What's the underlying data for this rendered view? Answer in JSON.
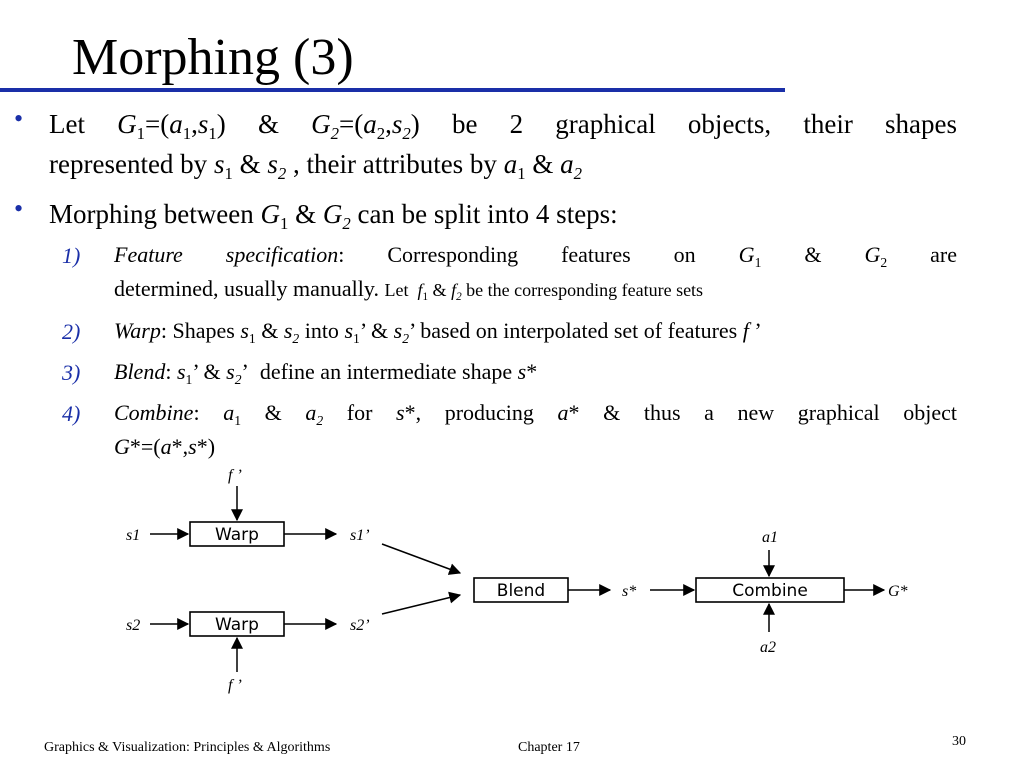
{
  "title": "Morphing (3)",
  "bullets": [
    {
      "line1": "Let G1=(a1,s1) & G2=(a2,s2) be 2 graphical objects, their shapes",
      "line2": "represented by s1 & s2 , their attributes by a1 & a2"
    },
    {
      "line1": "Morphing between G1 & G2 can be split into 4 steps:"
    }
  ],
  "steps": [
    {
      "number": "1)",
      "name": "Feature specification",
      "line1": "Feature specification: Corresponding features on G1 & G2 are",
      "line2": "determined, usually manually. Let f1 & f2 be the corresponding feature sets"
    },
    {
      "number": "2)",
      "name": "Warp",
      "line1": "Warp: Shapes s1 & s2 into s1’ & s2’ based on interpolated set of features f ’"
    },
    {
      "number": "3)",
      "name": "Blend",
      "line1": "Blend: s1’ & s2’  define an intermediate shape s*"
    },
    {
      "number": "4)",
      "name": "Combine",
      "line1": "Combine: a1 & a2 for s*, producing a* & thus a new graphical object",
      "line2": "G*=(a*,s*)"
    }
  ],
  "diagram": {
    "warp_top_label": "Warp",
    "warp_bottom_label": "Warp",
    "blend_label": "Blend",
    "combine_label": "Combine",
    "input_top": "s1",
    "input_bottom": "s2",
    "feature_top": "f ’",
    "feature_bottom": "f ’",
    "warped_top": "s1’",
    "warped_bottom": "s2’",
    "blend_output": "s*",
    "attr_top": "a1",
    "attr_bottom": "a2",
    "output": "G*"
  },
  "footer": {
    "book": "Graphics & Visualization: Principles & Algorithms",
    "chapter": "Chapter 17",
    "page": "30"
  },
  "colors": {
    "accent": "#1a2fa8",
    "text": "#000000",
    "background": "#ffffff"
  }
}
